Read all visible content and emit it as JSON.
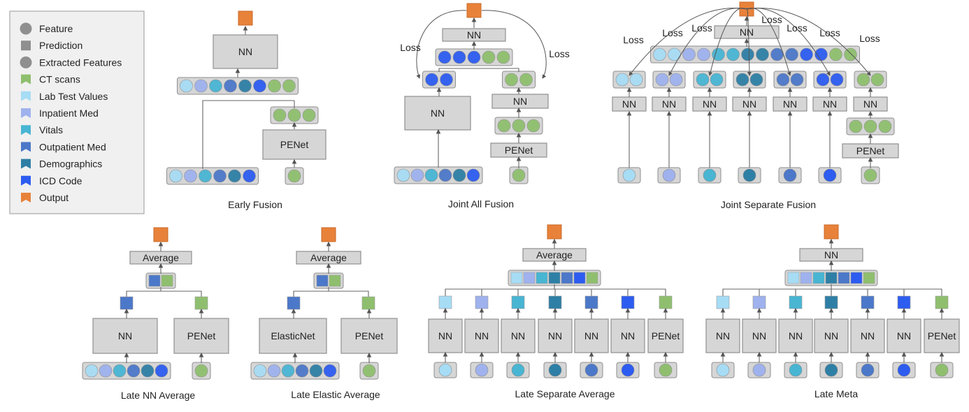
{
  "colors": {
    "ct": "#8fbf6e",
    "lab": "#a7dcf5",
    "inpatient": "#9fb2ee",
    "vitals": "#48b5d3",
    "outpatient": "#4c78c9",
    "demographics": "#2e7fa6",
    "icd": "#2d5cf0",
    "output": "#e8823a",
    "node": "#d6d6d6"
  },
  "legend": [
    {
      "label": "Feature",
      "shape": "circle",
      "color": "#8f8f8f"
    },
    {
      "label": "Prediction",
      "shape": "square",
      "color": "#8f8f8f"
    },
    {
      "label": "Extracted  Features",
      "shape": "circle",
      "color": "#8f8f8f"
    },
    {
      "label": "CT scans",
      "shape": "flag",
      "color": "#8fbf6e"
    },
    {
      "label": "Lab Test Values",
      "shape": "flag",
      "color": "#a7dcf5"
    },
    {
      "label": "Inpatient Med",
      "shape": "flag",
      "color": "#9fb2ee"
    },
    {
      "label": "Vitals",
      "shape": "flag",
      "color": "#48b5d3"
    },
    {
      "label": "Outpatient Med",
      "shape": "flag",
      "color": "#4c78c9"
    },
    {
      "label": "Demographics",
      "shape": "flag",
      "color": "#2e7fa6"
    },
    {
      "label": "ICD Code",
      "shape": "flag",
      "color": "#2d5cf0"
    },
    {
      "label": "Output",
      "shape": "flag",
      "color": "#e8823a"
    }
  ],
  "diagrams": {
    "early_fusion": {
      "title": "Early Fusion",
      "nn": "NN",
      "penet": "PENet"
    },
    "joint_all": {
      "title": "Joint All Fusion",
      "nn_top": "NN",
      "nn_left": "NN",
      "nn_right": "NN",
      "penet": "PENet",
      "loss_left": "Loss",
      "loss_right": "Loss"
    },
    "joint_separate": {
      "title": "Joint Separate Fusion",
      "nn_top": "NN",
      "nn_branch": [
        "NN",
        "NN",
        "NN",
        "NN",
        "NN",
        "NN",
        "NN"
      ],
      "penet": "PENet",
      "loss": [
        "Loss",
        "Loss",
        "Loss",
        "Loss",
        "Loss",
        "Loss",
        "Loss"
      ]
    },
    "late_nn_average": {
      "title": "Late NN Average",
      "average": "Average",
      "nn": "NN",
      "penet": "PENet"
    },
    "late_elastic_average": {
      "title": "Late Elastic Average",
      "average": "Average",
      "elasticnet": "ElasticNet",
      "penet": "PENet"
    },
    "late_separate_average": {
      "title": "Late Separate Average",
      "average": "Average",
      "branches": [
        "NN",
        "NN",
        "NN",
        "NN",
        "NN",
        "NN",
        "PENet"
      ]
    },
    "late_meta": {
      "title": "Late Meta",
      "nn_top": "NN",
      "branches": [
        "NN",
        "NN",
        "NN",
        "NN",
        "NN",
        "NN",
        "PENet"
      ]
    }
  }
}
